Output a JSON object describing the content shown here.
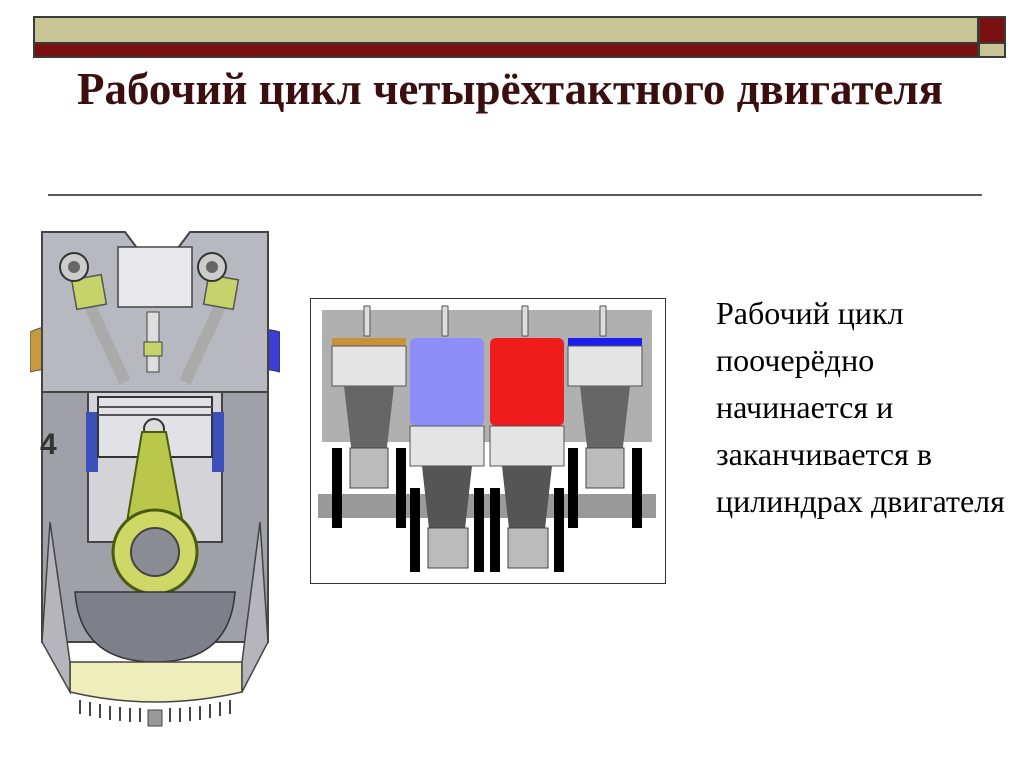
{
  "slide": {
    "title": "Рабочий цикл четырёхтактного двигателя",
    "body_text": "Рабочий цикл поочерёдно начинается и заканчивается в цилиндрах двигателя",
    "engine_label": "4"
  },
  "colors": {
    "title": "#3b0f0f",
    "bar_olive": "#c8c494",
    "bar_maroon": "#7b1010",
    "cylinder_1": "#c9913a",
    "cylinder_2": "#8d8df7",
    "cylinder_3": "#ee1c1c",
    "cylinder_4": "#1c1cee"
  },
  "images": {
    "left": "engine-cross-section",
    "right": "four-cylinder-engine-diagram"
  }
}
